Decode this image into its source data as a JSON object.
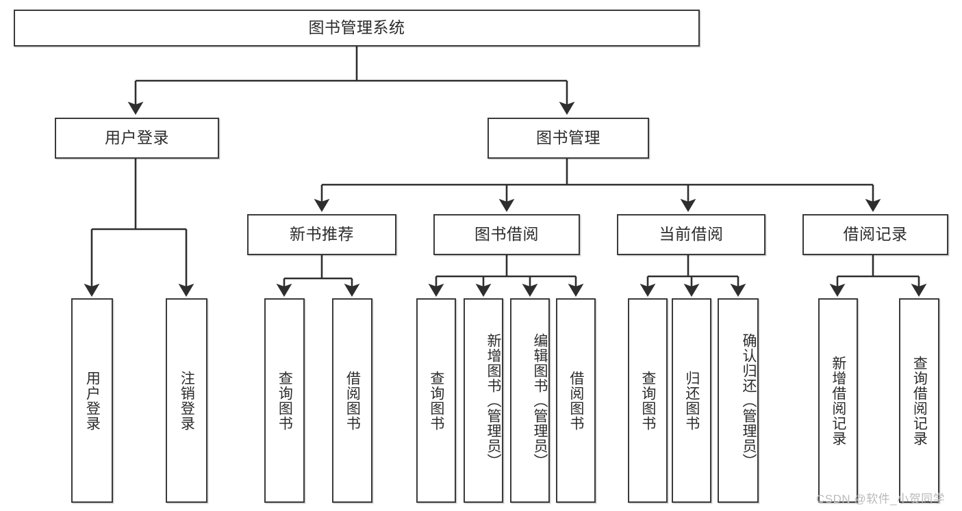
{
  "diagram": {
    "title": "图书管理系统",
    "type": "hierarchy-tree",
    "root": {
      "id": "root",
      "label": "图书管理系统"
    },
    "level2": [
      {
        "id": "user-login",
        "label": "用户登录"
      },
      {
        "id": "book-management",
        "label": "图书管理"
      }
    ],
    "level3": [
      {
        "id": "new-book-recommend",
        "label": "新书推荐",
        "parent": "book-management"
      },
      {
        "id": "book-borrow",
        "label": "图书借阅",
        "parent": "book-management"
      },
      {
        "id": "current-borrow",
        "label": "当前借阅",
        "parent": "book-management"
      },
      {
        "id": "borrow-record",
        "label": "借阅记录",
        "parent": "book-management"
      }
    ],
    "leaves": {
      "user_login": [
        {
          "id": "leaf-user-login",
          "label": "用户登录"
        },
        {
          "id": "leaf-logout-login",
          "label": "注销登录"
        }
      ],
      "new_book_recommend": [
        {
          "id": "leaf-query-book-1",
          "label": "查询图书"
        },
        {
          "id": "leaf-borrow-book-1",
          "label": "借阅图书"
        }
      ],
      "book_borrow": [
        {
          "id": "leaf-query-book-2",
          "label": "查询图书"
        },
        {
          "id": "leaf-add-book",
          "label": "新增图书（管理员）"
        },
        {
          "id": "leaf-edit-book",
          "label": "编辑图书（管理员）"
        },
        {
          "id": "leaf-borrow-book-2",
          "label": "借阅图书"
        }
      ],
      "current_borrow": [
        {
          "id": "leaf-query-book-3",
          "label": "查询图书"
        },
        {
          "id": "leaf-return-book",
          "label": "归还图书"
        },
        {
          "id": "leaf-confirm-return",
          "label": "确认归还（管理员）"
        }
      ],
      "borrow_record": [
        {
          "id": "leaf-add-record",
          "label": "新增借阅记录"
        },
        {
          "id": "leaf-query-record",
          "label": "查询借阅记录"
        }
      ]
    }
  },
  "watermark": {
    "text": "CSDN @软件_小贺同学"
  },
  "colors": {
    "stroke": "#3a3a3a",
    "text": "#2b2b2b",
    "background": "#ffffff",
    "watermark": "#b9b9b9"
  }
}
